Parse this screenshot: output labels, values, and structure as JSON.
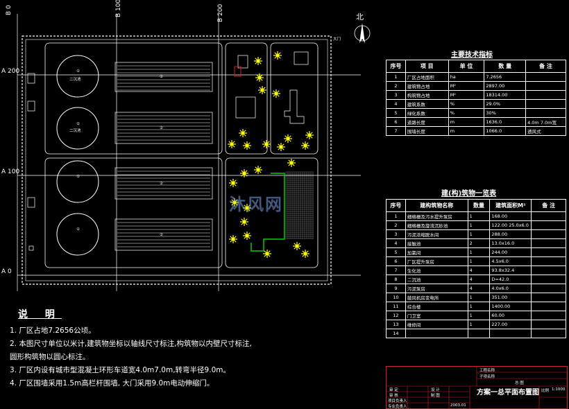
{
  "axis_labels": {
    "b0": "B 0",
    "b100": "B 100",
    "b200": "B 200",
    "a200": "A 200",
    "a100": "A 100",
    "a0": "A 0"
  },
  "north_label": "北",
  "plan": {
    "tank_labels": [
      "①",
      "①",
      "①",
      "①"
    ],
    "basin_labels": [
      "②",
      "②",
      "②",
      "②"
    ],
    "basin_small_labels": [
      "二沉池",
      "二沉池"
    ],
    "gate_label": "大门"
  },
  "tech_table": {
    "title": "主要技术指标",
    "headers": [
      "序号",
      "项 目",
      "单 位",
      "数 量",
      "备 注"
    ],
    "rows": [
      [
        "1",
        "厂区占地面积",
        "ha",
        "7.2656",
        ""
      ],
      [
        "2",
        "建筑物占地",
        "M²",
        "2897.00",
        ""
      ],
      [
        "3",
        "构筑物占地",
        "M²",
        "18314.00",
        ""
      ],
      [
        "4",
        "建筑系数",
        "%",
        "29.0%",
        ""
      ],
      [
        "5",
        "绿化系数",
        "%",
        "30%",
        ""
      ],
      [
        "6",
        "道路长度",
        "m",
        "1636.0",
        "4.0m 7.0m宽"
      ],
      [
        "7",
        "围墙长度",
        "m",
        "1066.0",
        "透风式"
      ]
    ]
  },
  "building_table": {
    "title": "建(构)筑物一览表",
    "headers": [
      "序号",
      "建构筑物名称",
      "数量",
      "建筑面积M²",
      "备 注"
    ],
    "rows": [
      [
        "1",
        "细格栅及污水提升泵房",
        "1",
        "168.00",
        ""
      ],
      [
        "2",
        "细格栅及旋流沉砂池",
        "1",
        "122.00  25.0x6.0",
        ""
      ],
      [
        "3",
        "污泥浓缩脱水间",
        "1",
        "288.00",
        ""
      ],
      [
        "4",
        "接触池",
        "2",
        "13.0x16.0",
        ""
      ],
      [
        "5",
        "加氯间",
        "1",
        "244.00",
        ""
      ],
      [
        "6",
        "厂区提升泵房",
        "1",
        "4.5x6.0",
        ""
      ],
      [
        "7",
        "生化池",
        "4",
        "93.8x32.4",
        ""
      ],
      [
        "8",
        "二沉池",
        "4",
        "D=42.0",
        ""
      ],
      [
        "9",
        "污泥泵房",
        "4",
        "4.0x6.0",
        ""
      ],
      [
        "10",
        "鼓风机房变电所",
        "1",
        "351.00",
        ""
      ],
      [
        "11",
        "综合楼",
        "1",
        "1400.00",
        ""
      ],
      [
        "12",
        "门卫室",
        "1",
        "60.00",
        ""
      ],
      [
        "13",
        "维修间",
        "1",
        "227.00",
        ""
      ],
      [
        "14",
        "",
        "",
        "",
        ""
      ]
    ]
  },
  "notes": {
    "title": "说 明",
    "lines": [
      "1. 厂区占地7.2656公顷。",
      "2. 本图尺寸单位以米计,建筑物坐标以轴线尺寸标注,构筑物以内壁尺寸标注,",
      "    圆形构筑物以圆心标注。",
      "3. 厂区内设有城市型混凝土环形车道宽4.0m7.0m,转弯半径9.0m。",
      "4. 厂区围墙采用1.5m高栏杆围墙, 大门采用9.0m电动伸缩门。"
    ]
  },
  "title_block": {
    "drawing_title": "方案一总平面布置图",
    "project": "工程名称",
    "sub_project": "子项名称",
    "r1": "总 图",
    "review": "审 定",
    "check": "审 核",
    "design": "设 计",
    "drawing": "制 图",
    "chief1": "项目负责人",
    "chief2": "专业负责人",
    "scale": "比例",
    "scale_val": "1:1000",
    "date_val": "2003.01"
  },
  "watermark": "沐风网",
  "colors": {
    "line": "#ffffff",
    "tree": "#ffff00",
    "path": "#00d000",
    "accent": "#d0202a"
  }
}
